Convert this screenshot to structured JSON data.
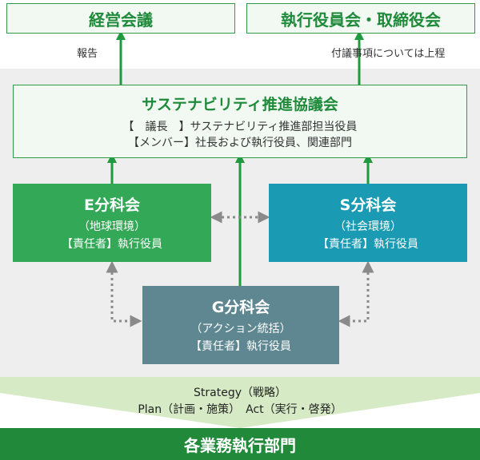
{
  "top": {
    "management_meeting": "経営会議",
    "board": "執行役員会・取締役会",
    "report_note": "報告",
    "agenda_note": "付議事項については上程"
  },
  "council": {
    "title": "サステナビリティ推進協議会",
    "chair_line": "【　議長　】サステナビリティ推進部担当役員",
    "member_line": "【メンバー】社長および執行役員、関連部門"
  },
  "e_committee": {
    "title": "E分科会",
    "subtitle": "（地球環境）",
    "owner": "【責任者】執行役員"
  },
  "s_committee": {
    "title": "S分科会",
    "subtitle": "（社会環境）",
    "owner": "【責任者】執行役員"
  },
  "g_committee": {
    "title": "G分科会",
    "subtitle": "（アクション統括）",
    "owner": "【責任者】執行役員"
  },
  "flow": {
    "strategy": "Strategy（戦略）",
    "plan_act": "Plan（計画・施策）　Act（実行・啓発）"
  },
  "bottom": {
    "label": "各業務執行部門"
  },
  "colors": {
    "green": "#2e9b48",
    "e_green": "#33a957",
    "s_teal": "#1a9bb3",
    "g_slate": "#5e8791",
    "bottom_green": "#21893a"
  }
}
